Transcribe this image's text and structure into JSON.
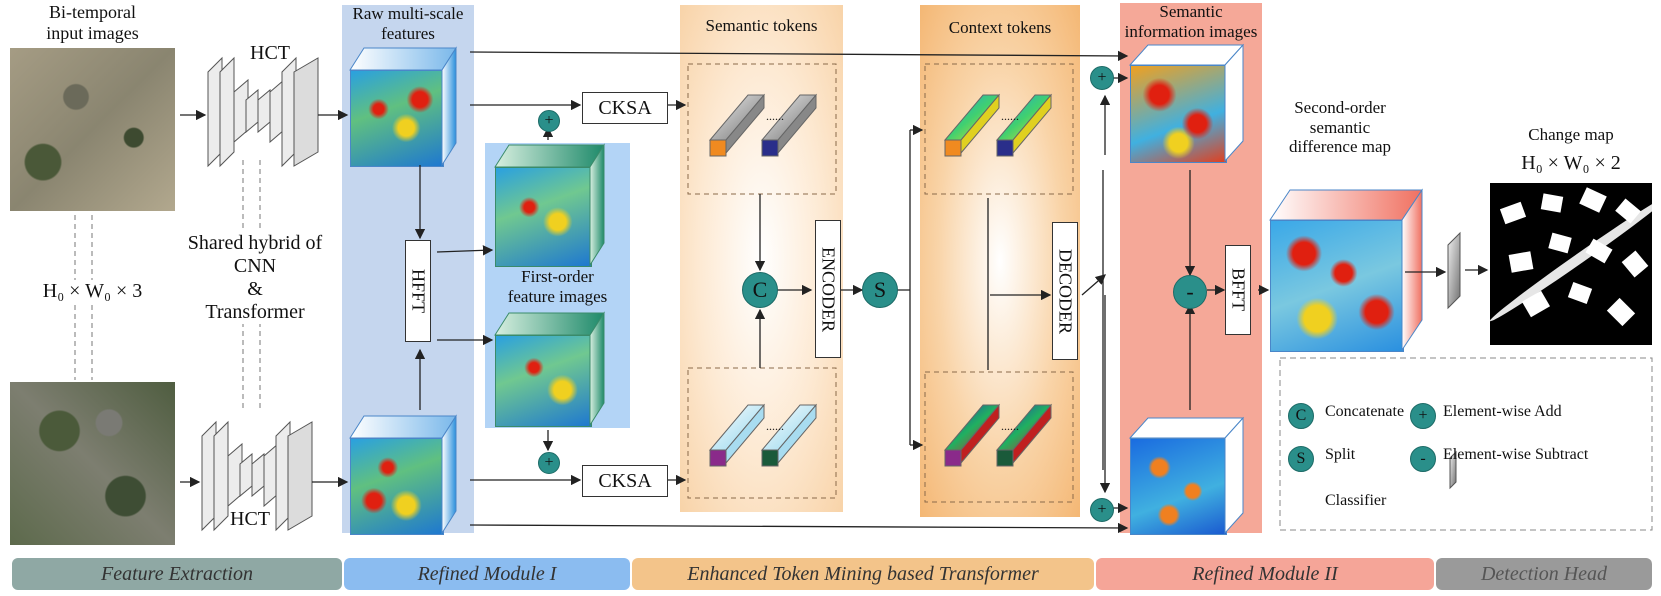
{
  "inputs": {
    "title": "Bi-temporal\ninput images",
    "dims": "H₀ × W₀ × 3"
  },
  "backbone": {
    "top_label": "HCT",
    "bottom_label": "HCT",
    "shared_label": "Shared hybrid of\nCNN\n&\nTransformer"
  },
  "refined1": {
    "raw_label": "Raw multi-scale\nfeatures",
    "hfft": "HFFT",
    "first_order": "First-order\nfeature images"
  },
  "cksa": {
    "top": "CKSA",
    "bottom": "CKSA"
  },
  "tokens": {
    "semantic": "Semantic tokens",
    "context": "Context tokens",
    "encoder": "ENCODER",
    "decoder": "DECODER",
    "concat_symbol": "C",
    "split_symbol": "S",
    "dots": "......"
  },
  "refined2": {
    "sem_info": "Semantic\ninformation images",
    "bfft": "BFFT",
    "minus_symbol": "-"
  },
  "head": {
    "second_order": "Second-order\nsemantic\ndifference map",
    "change_map": "Change map",
    "change_dims": "H₀ × W₀ × 2"
  },
  "legend": {
    "concat": {
      "symbol": "C",
      "text": "Concatenate"
    },
    "add": {
      "symbol": "+",
      "text": "Element-wise Add"
    },
    "split": {
      "symbol": "S",
      "text": "Split"
    },
    "subtract": {
      "symbol": "-",
      "text": "Element-wise Subtract"
    },
    "classifier": {
      "text": "Classifier"
    }
  },
  "plus_symbol": "+",
  "stages": [
    {
      "label": "Feature Extraction",
      "color": "#8fa8a4"
    },
    {
      "label": "Refined Module I",
      "color": "#8bbcf0"
    },
    {
      "label": "Enhanced Token Mining based Transformer",
      "color": "#f3c48a"
    },
    {
      "label": "Refined Module II",
      "color": "#f5a598"
    },
    {
      "label": "Detection Head",
      "color": "#9a9a9a"
    }
  ],
  "colors": {
    "teal": "#2a8f8a",
    "refined1_bg": "#c5d6ee",
    "semantic_bg": "#fbe3c6",
    "context_bg": "#f7c98f",
    "refined2_bg": "#f5a898"
  }
}
